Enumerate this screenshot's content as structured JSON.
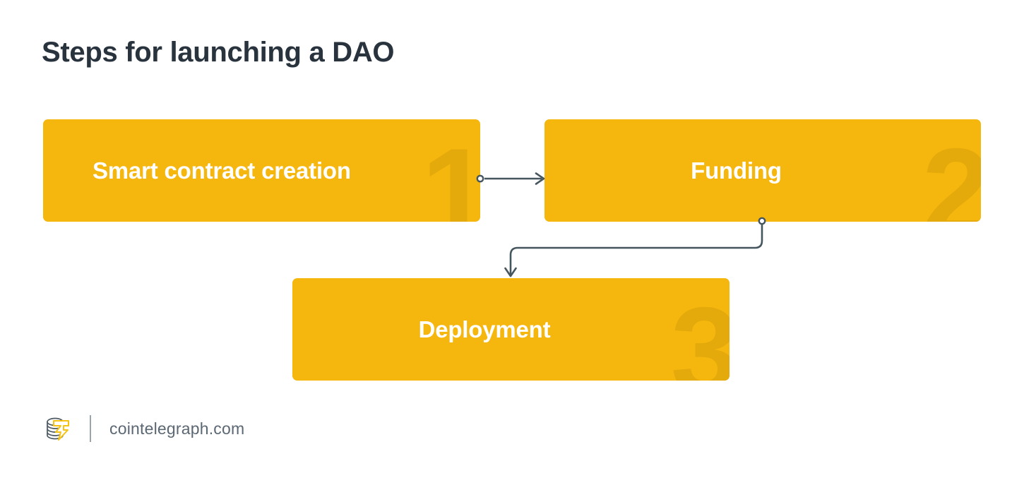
{
  "page": {
    "title": "Steps for launching a DAO",
    "background_color": "#FFFFFF",
    "title_color": "#28333D"
  },
  "theme": {
    "box_fill": "#F5B60D",
    "box_text_color": "#FFFFFF",
    "watermark_color": "#BE8A04",
    "connector_color": "#46565F",
    "footer_text_color": "#5B6874",
    "logo_accent_color": "#F5C211"
  },
  "diagram": {
    "type": "flowchart",
    "steps": [
      {
        "number": "1",
        "label": "Smart contract creation"
      },
      {
        "number": "2",
        "label": "Funding"
      },
      {
        "number": "3",
        "label": "Deployment"
      }
    ],
    "connections": [
      {
        "from": "1",
        "to": "2",
        "style": "straight-right-arrow"
      },
      {
        "from": "2",
        "to": "3",
        "style": "elbow-down-left-arrow"
      }
    ]
  },
  "footer": {
    "logo_name": "cointelegraph-logo",
    "site": "cointelegraph.com"
  }
}
